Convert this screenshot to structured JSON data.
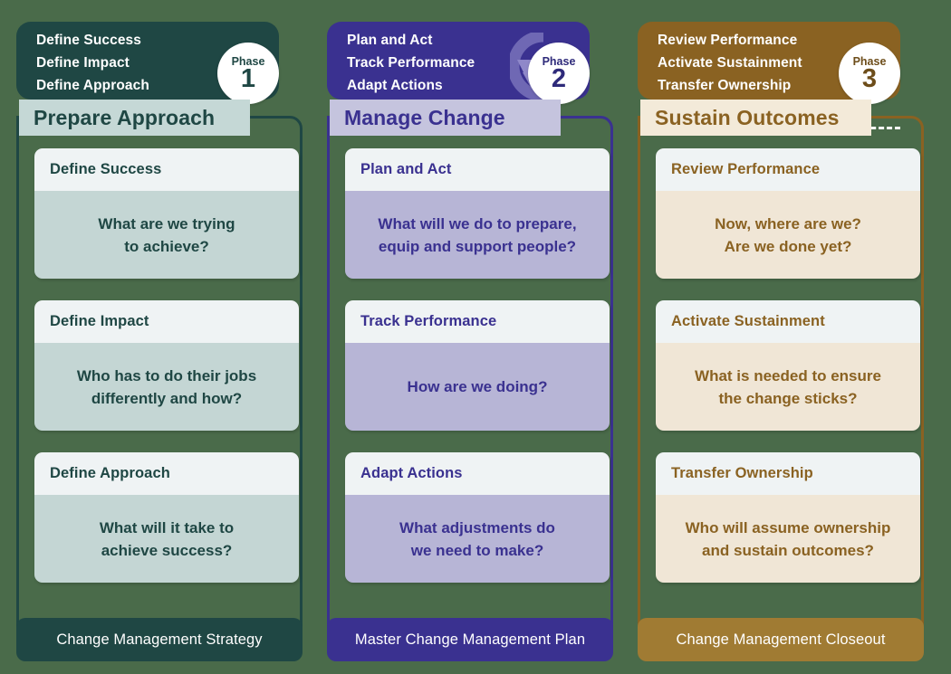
{
  "background_color": "#4a6b4a",
  "columns": [
    {
      "accent": "#1f4744",
      "band_color": "#c5d8d6",
      "body_color": "#c4d6d4",
      "badge_word": "Phase",
      "badge_number": "1",
      "tasks": [
        "Define Success",
        "Define Impact",
        "Define Approach"
      ],
      "title": "Prepare Approach",
      "cards": [
        {
          "heading": "Define Success",
          "line1": "What are we trying",
          "line2": "to achieve?"
        },
        {
          "heading": "Define Impact",
          "line1": "Who has to do their jobs",
          "line2": "differently and how?"
        },
        {
          "heading": "Define Approach",
          "line1": "What will it take to",
          "line2": "achieve success?"
        }
      ],
      "footer": "Change Management Strategy"
    },
    {
      "accent": "#3a3190",
      "band_color": "#c5c4de",
      "body_color": "#b7b5d6",
      "badge_word": "Phase",
      "badge_number": "2",
      "tasks": [
        "Plan and Act",
        "Track Performance",
        "Adapt Actions"
      ],
      "title": "Manage Change",
      "cards": [
        {
          "heading": "Plan and Act",
          "line1": "What will we do to prepare,",
          "line2": "equip and support people?"
        },
        {
          "heading": "Track Performance",
          "line1": "How are we doing?",
          "line2": ""
        },
        {
          "heading": "Adapt Actions",
          "line1": "What adjustments do",
          "line2": "we need to make?"
        }
      ],
      "footer": "Master Change Management Plan"
    },
    {
      "accent": "#8a6222",
      "band_color": "#f3ead9",
      "body_color": "#f0e6d6",
      "badge_word": "Phase",
      "badge_number": "3",
      "tasks": [
        "Review Performance",
        "Activate Sustainment",
        "Transfer Ownership"
      ],
      "title": "Sustain Outcomes",
      "cards": [
        {
          "heading": "Review Performance",
          "line1": "Now, where are we?",
          "line2": "Are we done yet?"
        },
        {
          "heading": "Activate Sustainment",
          "line1": "What is needed to ensure",
          "line2": "the change sticks?"
        },
        {
          "heading": "Transfer Ownership",
          "line1": "Who will assume ownership",
          "line2": "and sustain outcomes?"
        }
      ],
      "footer": "Change Management Closeout"
    }
  ]
}
